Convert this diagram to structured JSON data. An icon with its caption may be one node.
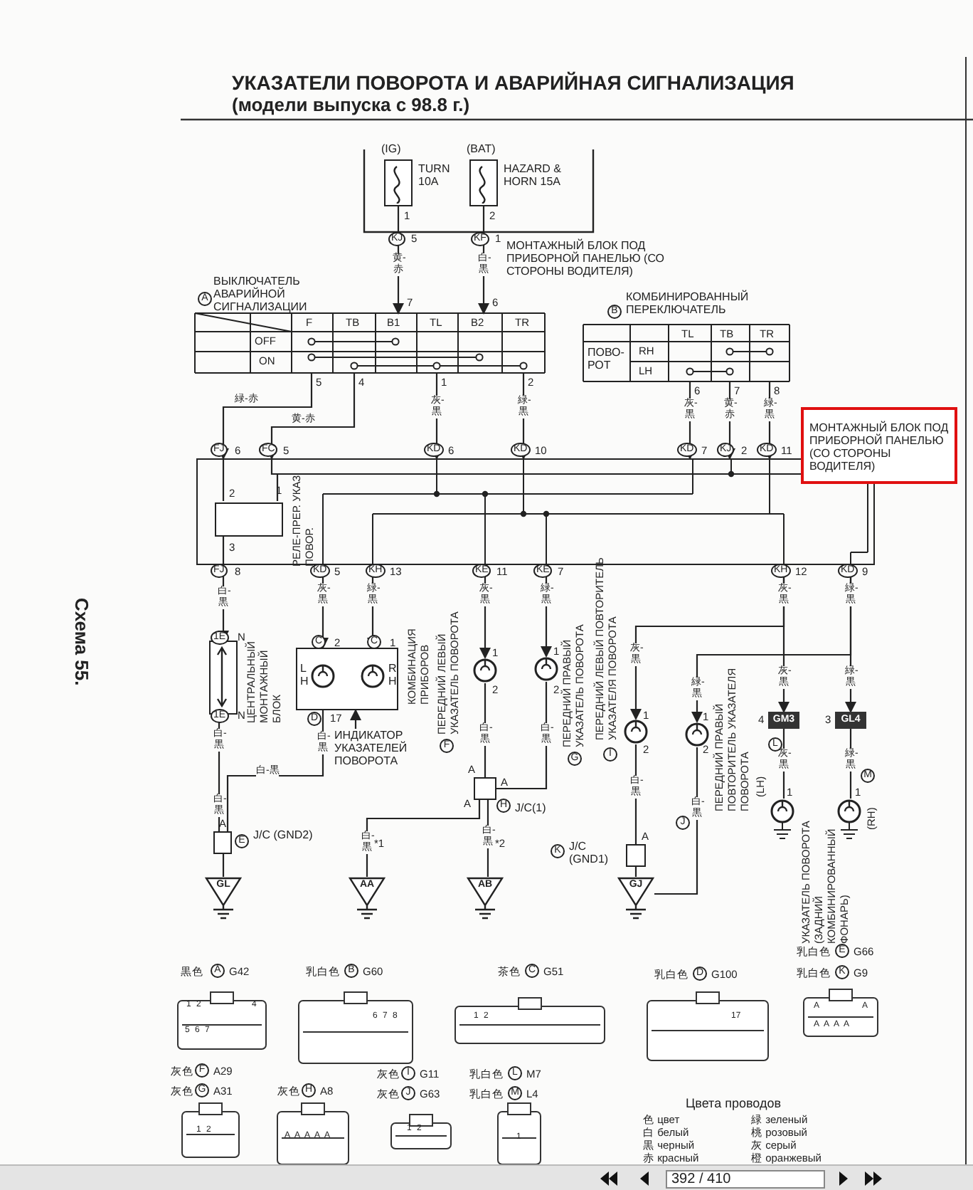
{
  "diagram": {
    "title": "УКАЗАТЕЛИ ПОВОРОТА И АВАРИЙНАЯ СИГНАЛИЗАЦИЯ",
    "nodes": [
      {
        "text": [
          "TURN 10A"
        ],
        "beside": [
          "(IG)"
        ]
      },
      {
        "text": [
          "HAZARD & HORN 15A"
        ],
        "beside": [
          "(BAT)"
        ]
      },
      {
        "text": [
          "ВЫКЛЮЧАТЕЛЬ АВАРИЙНОЙ СИГНАЛИЗАЦИИ"
        ]
      },
      {
        "text": [
          "КОМБИНИРОВАННЫЙ ПЕРЕКЛЮЧАТЕЛЬ"
        ]
      },
      {
        "text": [],
        "shape": "box"
      },
      {
        "text": [
          "РЕЛЕ-ПРЕР. УКАЗ. ПОВОР."
        ],
        "in": 4
      },
      {
        "text": [
          "ЦЕНТРАЛЬНЫЙ МОНТАЖНЫЙ БЛОК"
        ]
      },
      {
        "text": [
          "КОМБИНАЦИЯ ПРИБОРОВ"
        ]
      },
      {
        "text": [
          "ИНДИКАТОР УКАЗАТЕЛЕЙ ПОВОРОТА"
        ]
      },
      {
        "text": [
          "J/C (GND2)"
        ]
      },
      {
        "text": [
          "ПЕРЕДНИЙ ЛЕВЫЙ УКАЗАТЕЛЬ ПОВОРОТА"
        ]
      },
      {
        "text": [
          "ПЕРЕДНИЙ ПРАВЫЙ УКАЗАТЕЛЬ ПОВОРОТА"
        ]
      },
      {
        "text": [
          "J/C(1)"
        ]
      },
      {
        "text": [
          "ПЕРЕДНИЙ ЛЕВЫЙ ПОВТОРИТЕЛЬ УКАЗАТЕЛЯ ПОВОРОТА"
        ]
      },
      {
        "text": [
          "ПЕРЕДНИЙ ПРАВЫЙ ПОВТОРИТЕЛЬ УКАЗАТЕЛЯ ПОВОРОТА"
        ]
      },
      {
        "text": [
          "J/C (GND1)"
        ]
      },
      {
        "text": [
          "(LH)"
        ]
      },
      {
        "text": [
          "(RH)"
        ]
      },
      {
        "text": [
          "GL"
        ]
      },
      {
        "text": [
          "AA"
        ]
      },
      {
        "text": [
          "AB"
        ]
      },
      {
        "text": [
          "GJ"
        ]
      },
      {
        "text": [
          "GM3"
        ]
      },
      {
        "text": [
          "GL4"
        ]
      }
    ],
    "edges": [
      {
        "from": 0,
        "to": 2,
        "arrow": "to",
        "label": "黄-赤"
      },
      {
        "from": 1,
        "to": 2,
        "arrow": "to",
        "label": "白-黒"
      },
      {
        "from": 2,
        "to": 4,
        "arrow": "to",
        "label": "緑-赤"
      },
      {
        "from": 2,
        "to": 4,
        "arrow": "to",
        "label": "黄-赤"
      },
      {
        "from": 2,
        "to": 4,
        "arrow": "to",
        "label": "灰-黒"
      },
      {
        "from": 2,
        "to": 4,
        "arrow": "to",
        "label": "緑-黒"
      },
      {
        "from": 3,
        "to": 4,
        "arrow": "to",
        "label": "灰-黒"
      },
      {
        "from": 3,
        "to": 4,
        "arrow": "to",
        "label": "黄-赤"
      },
      {
        "from": 3,
        "to": 4,
        "arrow": "to",
        "label": "緑-黒"
      },
      {
        "from": 4,
        "to": 6,
        "arrow": "to",
        "label": "白-黒"
      },
      {
        "from": 4,
        "to": 7,
        "arrow": "to",
        "label": "灰-黒"
      },
      {
        "from": 4,
        "to": 7,
        "arrow": "to",
        "label": "緑-黒"
      },
      {
        "from": 4,
        "to": 10,
        "arrow": "to",
        "label": "灰-黒"
      },
      {
        "from": 4,
        "to": 11,
        "arrow": "to",
        "label": "緑-黒"
      },
      {
        "from": 4,
        "to": 22,
        "arrow": "to",
        "label": "灰-黒"
      },
      {
        "from": 4,
        "to": 23,
        "arrow": "to",
        "label": "緑-黒"
      },
      {
        "from": 4,
        "to": 13,
        "arrow": "to"
      },
      {
        "from": 4,
        "to": 14,
        "arrow": "to"
      },
      {
        "from": 6,
        "to": 9,
        "arrow": "none",
        "label": "白-黒"
      },
      {
        "from": 7,
        "to": 9,
        "arrow": "none",
        "label": "白-黒"
      },
      {
        "from": 10,
        "to": 12,
        "arrow": "none",
        "label": "白-黒"
      },
      {
        "from": 11,
        "to": 12,
        "arrow": "none",
        "label": "白-黒"
      },
      {
        "from": 12,
        "to": 19,
        "arrow": "none",
        "label": "白-黒"
      },
      {
        "from": 12,
        "to": 20,
        "arrow": "none",
        "label": "白-黒"
      },
      {
        "from": 9,
        "to": 18,
        "arrow": "none"
      },
      {
        "from": 13,
        "to": 15,
        "arrow": "none",
        "label": "白-黒"
      },
      {
        "from": 15,
        "to": 21,
        "arrow": "none"
      },
      {
        "from": 14,
        "to": 21,
        "arrow": "none",
        "label": "白-黒"
      },
      {
        "from": 22,
        "to": 16,
        "arrow": "none",
        "label": "灰-黒"
      },
      {
        "from": 23,
        "to": 17,
        "arrow": "none",
        "label": "緑-黒"
      },
      {
        "from": 8,
        "to": 7,
        "arrow": "to"
      },
      {
        "from": 5,
        "to": 4,
        "arrow": "none"
      },
      {
        "from": 5,
        "to": 4,
        "arrow": "none"
      },
      {
        "from": 5,
        "to": 4,
        "arrow": "none"
      }
    ],
    "labels": [
      "(модели выпуска с 98.8 г.)",
      "Схема 55.",
      "1",
      "2",
      "KJ",
      "5",
      "KF",
      "1",
      "МОНТАЖНЫЙ БЛОК ПОД ПРИБОРНОЙ ПАНЕЛЬЮ (СО СТОРОНЫ ВОДИТЕЛЯ)",
      "A",
      "7",
      "6",
      "F",
      "TB",
      "B1",
      "TL",
      "B2",
      "TR",
      "OFF",
      "ON",
      "5",
      "4",
      "1",
      "2",
      "B",
      "TL",
      "TB",
      "TR",
      "ПОВО- РОТ",
      "RH",
      "LH",
      "6",
      "7",
      "8",
      "FJ",
      "6",
      "FC",
      "5",
      "KD",
      "6",
      "KD",
      "10",
      "KD",
      "7",
      "KJ",
      "2",
      "KD",
      "11",
      "МОНТАЖНЫЙ БЛОК ПОД ПРИБОРНОЙ ПАНЕЛЬЮ (СО СТОРОНЫ ВОДИТЕЛЯ)",
      "2",
      "1",
      "3",
      "FJ",
      "8",
      "KD",
      "5",
      "KH",
      "13",
      "KE",
      "11",
      "KE",
      "7",
      "KH",
      "12",
      "KD",
      "9",
      "1E",
      "N",
      "1E",
      "N",
      "C",
      "2",
      "C",
      "1",
      "L H",
      "R H",
      "D",
      "17",
      "F",
      "1",
      "2",
      "G",
      "1",
      "2",
      "A",
      "A",
      "A",
      "H",
      "*1",
      "*2",
      "A",
      "E",
      "I",
      "1",
      "2",
      "J",
      "1",
      "2",
      "A",
      "K",
      "4",
      "3",
      "L",
      "1",
      "M",
      "1",
      "УКАЗАТЕЛЬ ПОВОРОТА (ЗАДНИЙ КОМБИНИРОВАННЫЙ ФОНАРЬ)",
      "黒色",
      "A",
      "G42",
      "乳白色",
      "B",
      "G60",
      "茶色",
      "C",
      "G51",
      "乳白色",
      "D",
      "G100",
      "乳白色",
      "E",
      "G66",
      "乳白色",
      "K",
      "G9",
      "灰色",
      "F",
      "A29",
      "灰色",
      "G",
      "A31",
      "灰色",
      "H",
      "A8",
      "灰色",
      "I",
      "G11",
      "灰色",
      "J",
      "G63",
      "乳白色",
      "L",
      "M7",
      "乳白色",
      "M",
      "L4",
      "1 2",
      "4",
      "5 6 7",
      "6 7 8",
      "1 2",
      "17",
      "A",
      "A",
      "A A A A",
      "1 2",
      "A A A A A",
      "1 2",
      "1",
      "Цвета проводов",
      "色 цвет",
      "白 белый",
      "黒 черный",
      "赤 красный",
      "緑 зеленый",
      "桃 розовый",
      "灰 серый",
      "橙 оранжевый",
      "392 / 410",
      "白-黒",
      "白-黒",
      "灰-黒",
      "緑-黒",
      "灰-黒",
      "緑-黒"
    ]
  }
}
